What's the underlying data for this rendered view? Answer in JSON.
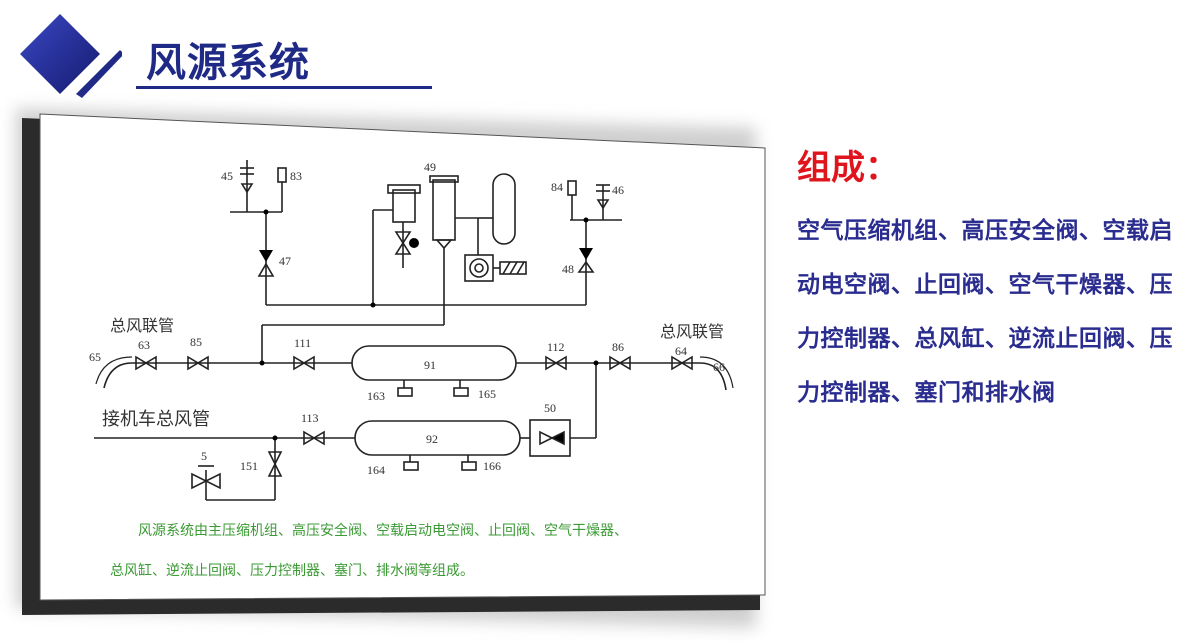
{
  "header": {
    "title": "风源系统"
  },
  "diagram": {
    "labels": {
      "l45": "45",
      "l83": "83",
      "l49": "49",
      "l84": "84",
      "l46": "46",
      "l47": "47",
      "l48": "48",
      "main_link_left": "总风联管",
      "main_link_right": "总风联管",
      "l65": "65",
      "l63": "63",
      "l85": "85",
      "l111": "111",
      "l91": "91",
      "l112": "112",
      "l86": "86",
      "l64": "64",
      "l66": "66",
      "l163": "163",
      "l165": "165",
      "loco_pipe": "接机车总风管",
      "l113": "113",
      "l92": "92",
      "l50": "50",
      "l5": "5",
      "l151": "151",
      "l164": "164",
      "l166": "166"
    },
    "caption_line1": "风源系统由主压缩机组、高压安全阀、空载启动电空阀、止回阀、空气干燥器、",
    "caption_line2": "总风缸、逆流止回阀、压力控制器、塞门、排水阀等组成。"
  },
  "composition": {
    "heading": "组成：",
    "body": "空气压缩机组、高压安全阀、空载启动电空阀、止回阀、空气干燥器、压力控制器、总风缸、逆流止回阀、压力控制器、塞门和排水阀"
  },
  "colors": {
    "title": "#1f2a86",
    "heading": "#e0141c",
    "body": "#2a2d8f",
    "caption": "#3a9a33"
  }
}
